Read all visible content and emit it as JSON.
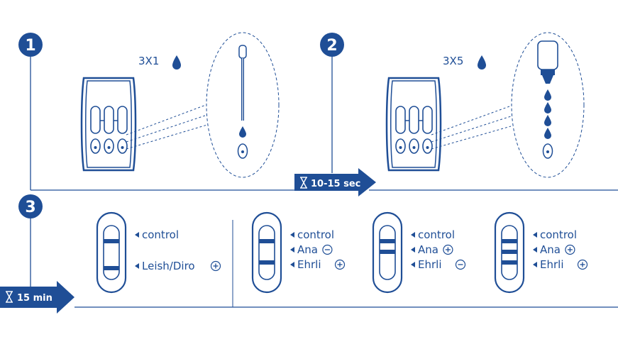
{
  "colors": {
    "primary": "#1f4e96",
    "stroke": "#1f4e96",
    "background": "#ffffff"
  },
  "steps": [
    {
      "number": "1",
      "dose": "3X1",
      "dose_icon": "drop-icon",
      "tool_icon": "pipette-icon"
    },
    {
      "number": "2",
      "dose": "3X5",
      "dose_icon": "drop-icon",
      "tool_icon": "dropper-bottle-icon"
    },
    {
      "number": "3"
    }
  ],
  "timers": {
    "wait_short": {
      "icon": "hourglass-icon",
      "label": "10-15 sec"
    },
    "wait_long": {
      "icon": "hourglass-icon",
      "label": "15 min"
    }
  },
  "results": [
    {
      "lines": [
        {
          "label": "control",
          "sign": ""
        },
        {
          "label": "Leish/Diro",
          "sign": "+"
        }
      ]
    },
    {
      "lines": [
        {
          "label": "control",
          "sign": ""
        },
        {
          "label": "Ana",
          "sign": "-"
        },
        {
          "label": "Ehrli",
          "sign": "+"
        }
      ]
    },
    {
      "lines": [
        {
          "label": "control",
          "sign": ""
        },
        {
          "label": "Ana",
          "sign": "+"
        },
        {
          "label": "Ehrli",
          "sign": "-"
        }
      ]
    },
    {
      "lines": [
        {
          "label": "control",
          "sign": ""
        },
        {
          "label": "Ana",
          "sign": "+"
        },
        {
          "label": "Ehrli",
          "sign": "+"
        }
      ]
    }
  ]
}
